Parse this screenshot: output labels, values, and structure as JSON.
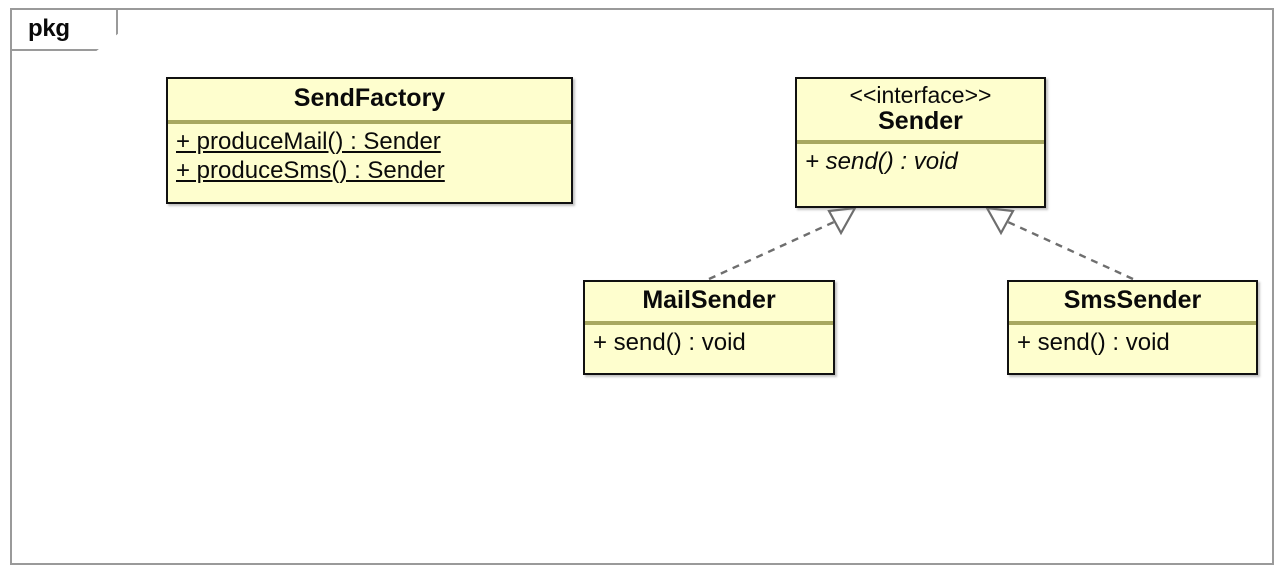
{
  "diagram": {
    "type": "uml-class-diagram",
    "package": {
      "label": "pkg"
    },
    "colors": {
      "class_fill": "#FEFECE",
      "class_border": "#111111",
      "divider": "#A8A860",
      "frame_border": "#9A9A9A",
      "connector": "#6E6E6E",
      "text": "#0A0A0A",
      "arrowhead_fill": "#FFFFFF"
    },
    "classes": [
      {
        "id": "sendfactory",
        "name": "SendFactory",
        "stereotype": "",
        "members": [
          {
            "text": "+ produceMail() : Sender",
            "static": true,
            "abstract": false
          },
          {
            "text": "+ produceSms() : Sender",
            "static": true,
            "abstract": false
          }
        ]
      },
      {
        "id": "sender",
        "name": "Sender",
        "stereotype": "<<interface>>",
        "members": [
          {
            "text": "+ send() : void",
            "static": false,
            "abstract": true
          }
        ]
      },
      {
        "id": "mailsender",
        "name": "MailSender",
        "stereotype": "",
        "members": [
          {
            "text": "+ send() : void",
            "static": false,
            "abstract": false
          }
        ]
      },
      {
        "id": "smssender",
        "name": "SmsSender",
        "stereotype": "",
        "members": [
          {
            "text": "+ send() : void",
            "static": false,
            "abstract": false
          }
        ]
      }
    ],
    "relationships": [
      {
        "id": "mailsender-implements-sender",
        "kind": "realization",
        "line": "dashed",
        "arrowhead": "hollow-triangle",
        "from": "mailsender",
        "to": "sender"
      },
      {
        "id": "smssender-implements-sender",
        "kind": "realization",
        "line": "dashed",
        "arrowhead": "hollow-triangle",
        "from": "smssender",
        "to": "sender"
      }
    ]
  }
}
